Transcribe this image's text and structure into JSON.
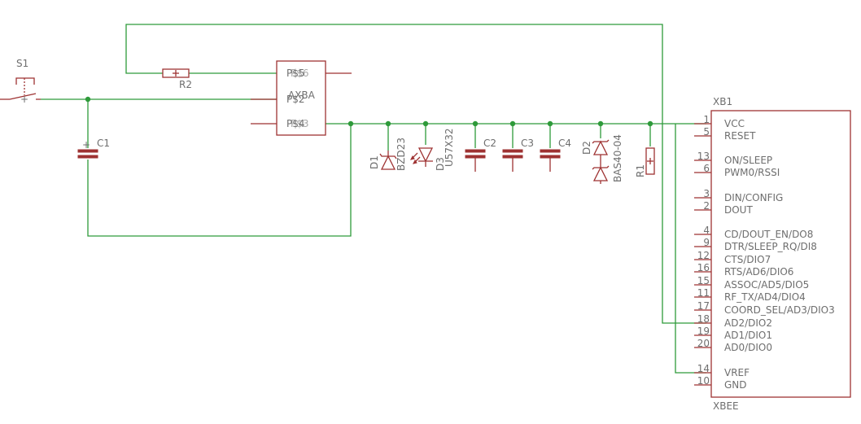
{
  "labels": {
    "s1": "S1",
    "r2": "R2",
    "c1": "C1",
    "axba": "AXBA",
    "p_top": "P$5",
    "p_mid": "P$2",
    "p_bot": "P$4",
    "p_top_overlap": "P$6",
    "p_bot_overlap": "P$3",
    "d1": "D1",
    "d1_part": "BZD23",
    "d3": "D3",
    "d3_part": "U57X32",
    "c2": "C2",
    "c3": "C3",
    "c4": "C4",
    "d2": "D2",
    "d2_part": "BAS40-04",
    "r1": "R1",
    "xb1": "XB1",
    "xbee": "XBEE"
  },
  "xbee_pins": [
    {
      "num": "1",
      "name": "VCC"
    },
    {
      "num": "5",
      "name": "RESET"
    },
    {
      "num": "13",
      "name": "ON/SLEEP"
    },
    {
      "num": "6",
      "name": "PWM0/RSSI"
    },
    {
      "num": "3",
      "name": "DIN/CONFIG"
    },
    {
      "num": "2",
      "name": "DOUT"
    },
    {
      "num": "4",
      "name": "CD/DOUT_EN/DO8"
    },
    {
      "num": "9",
      "name": "DTR/SLEEP_RQ/DI8"
    },
    {
      "num": "12",
      "name": "CTS/DIO7"
    },
    {
      "num": "16",
      "name": "RTS/AD6/DIO6"
    },
    {
      "num": "15",
      "name": "ASSOC/AD5/DIO5"
    },
    {
      "num": "11",
      "name": "RF_TX/AD4/DIO4"
    },
    {
      "num": "17",
      "name": "COORD_SEL/AD3/DIO3"
    },
    {
      "num": "18",
      "name": "AD2/DIO2"
    },
    {
      "num": "19",
      "name": "AD1/DIO1"
    },
    {
      "num": "20",
      "name": "AD0/DIO0"
    },
    {
      "num": "14",
      "name": "VREF"
    },
    {
      "num": "10",
      "name": "GND"
    }
  ],
  "colors": {
    "wire": "#2e9a3a",
    "part": "#9e3232",
    "text": "#6e6e6e"
  }
}
